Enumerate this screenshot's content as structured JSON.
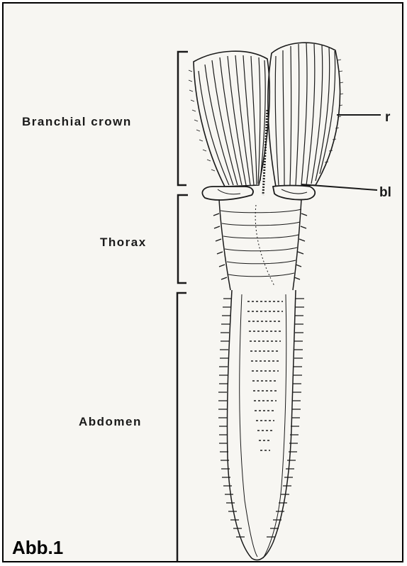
{
  "labels": {
    "branchial_crown": "Branchial crown",
    "thorax": "Thorax",
    "abdomen": "Abdomen",
    "radiole": "r",
    "branchial_lobe": "bl"
  },
  "figure_label": "Abb.1",
  "colors": {
    "ink": "#1a1a1a",
    "paper": "#f7f6f2",
    "frame": "#000000"
  }
}
